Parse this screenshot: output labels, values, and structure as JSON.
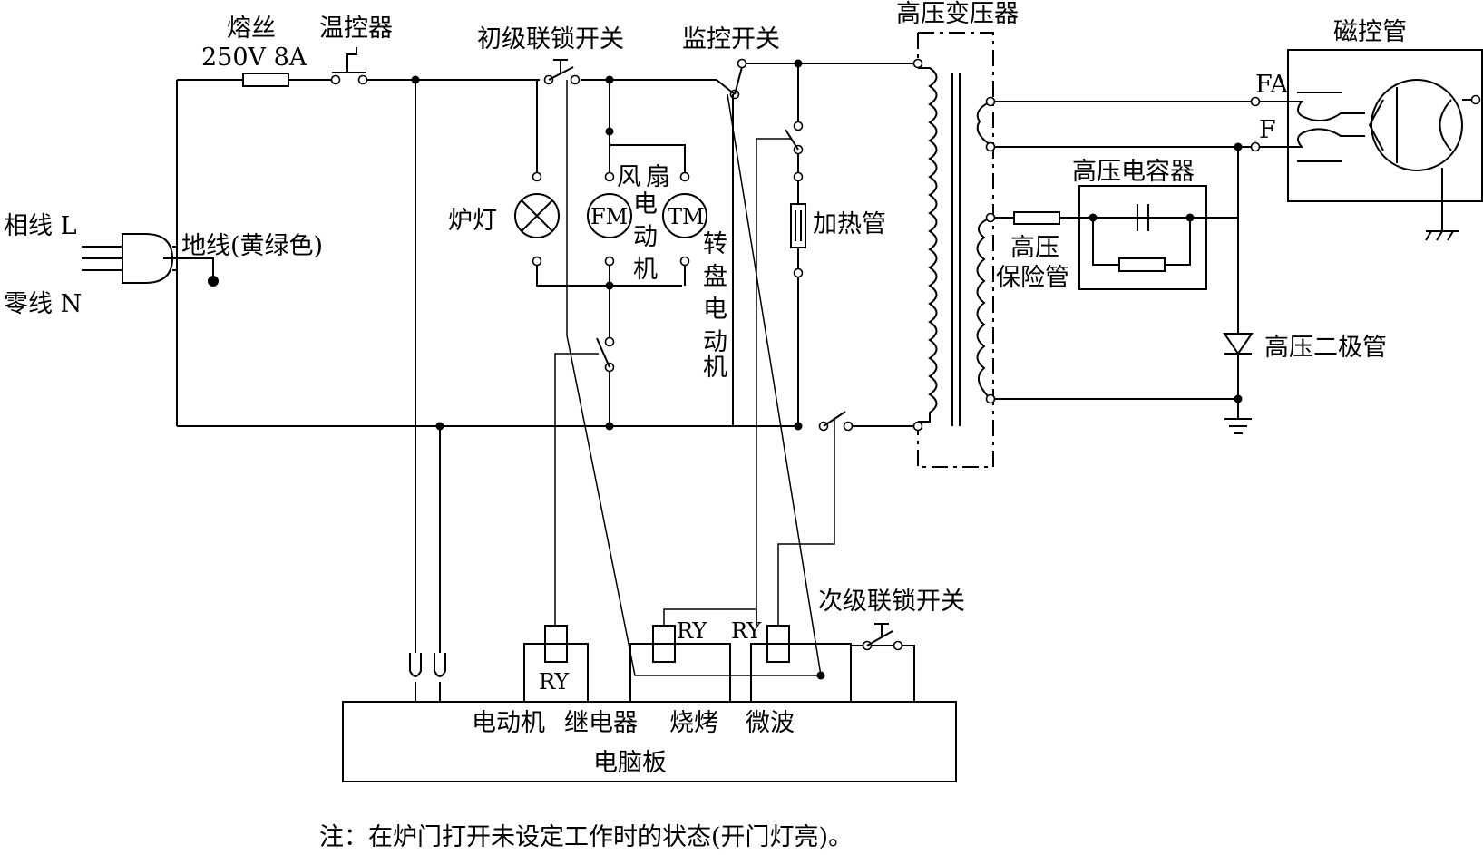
{
  "labels": {
    "fuse": "熔丝",
    "fuse_rating": "250V  8A",
    "thermostat": "温控器",
    "primary_interlock": "初级联锁开关",
    "monitor_switch": "监控开关",
    "hv_transformer": "高压变压器",
    "magnetron": "磁控管",
    "fa": "FA",
    "f": "F",
    "hv_capacitor": "高压电容器",
    "hv_fuse_line1": "高压",
    "hv_fuse_line2": "保险管",
    "hv_diode": "高压二极管",
    "live": "相线  L",
    "neutral": "零线  N",
    "ground": "地线(黄绿色)",
    "lamp": "炉灯",
    "fan_motor_chars": [
      "风",
      "扇",
      "电",
      "动",
      "机"
    ],
    "fm": "FM",
    "tm": "TM",
    "turntable_motor_chars": [
      "转",
      "盘",
      "电",
      "动",
      "机"
    ],
    "heater": "加热管",
    "ry": "RY",
    "secondary_interlock": "次级联锁开关",
    "board_functions": [
      "电动机",
      "继电器",
      "烧烤",
      "微波"
    ],
    "board": "电脑板",
    "note": "注：在炉门打开未设定工作时的状态(开门灯亮)。"
  }
}
